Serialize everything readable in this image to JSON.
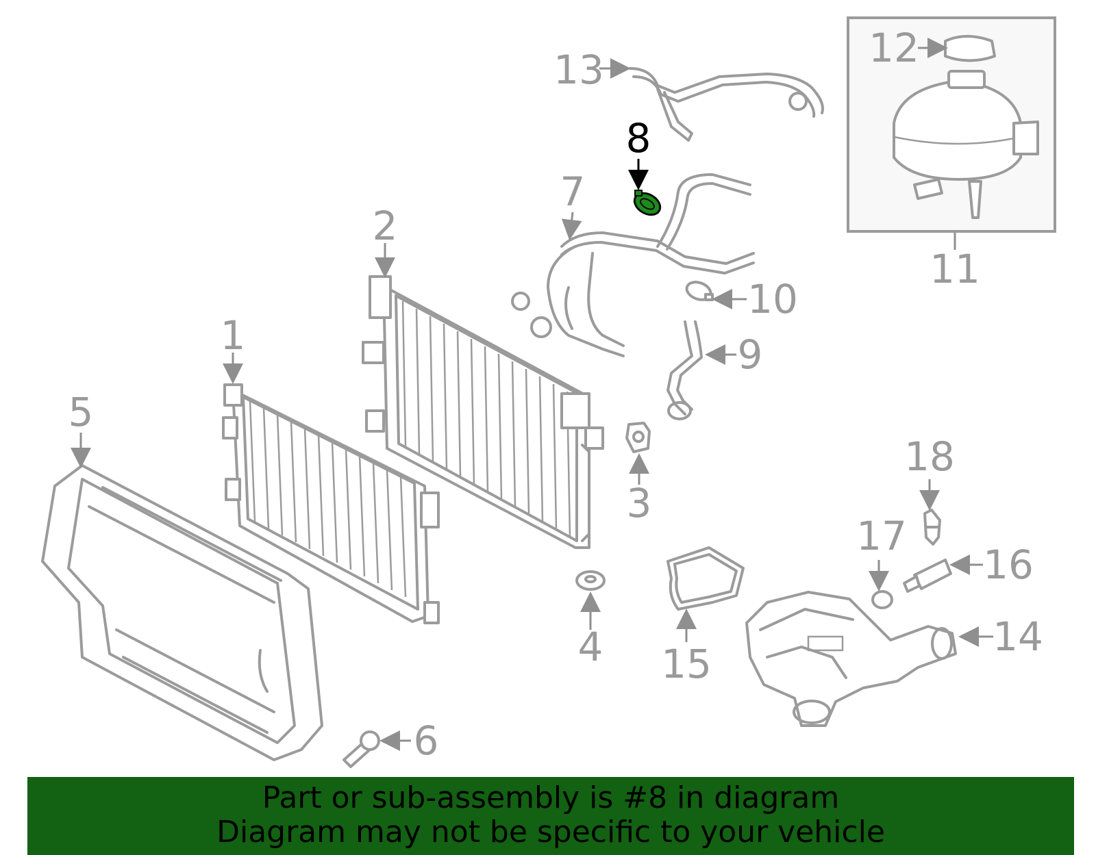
{
  "callouts": [
    {
      "id": "1",
      "label": "1",
      "highlighted": false
    },
    {
      "id": "2",
      "label": "2",
      "highlighted": false
    },
    {
      "id": "3",
      "label": "3",
      "highlighted": false
    },
    {
      "id": "4",
      "label": "4",
      "highlighted": false
    },
    {
      "id": "5",
      "label": "5",
      "highlighted": false
    },
    {
      "id": "6",
      "label": "6",
      "highlighted": false
    },
    {
      "id": "7",
      "label": "7",
      "highlighted": false
    },
    {
      "id": "8",
      "label": "8",
      "highlighted": true
    },
    {
      "id": "9",
      "label": "9",
      "highlighted": false
    },
    {
      "id": "10",
      "label": "10",
      "highlighted": false
    },
    {
      "id": "11",
      "label": "11",
      "highlighted": false
    },
    {
      "id": "12",
      "label": "12",
      "highlighted": false
    },
    {
      "id": "13",
      "label": "13",
      "highlighted": false
    },
    {
      "id": "14",
      "label": "14",
      "highlighted": false
    },
    {
      "id": "15",
      "label": "15",
      "highlighted": false
    },
    {
      "id": "16",
      "label": "16",
      "highlighted": false
    },
    {
      "id": "17",
      "label": "17",
      "highlighted": false
    },
    {
      "id": "18",
      "label": "18",
      "highlighted": false
    }
  ],
  "footer": {
    "line1": "Part or sub-assembly is #8 in diagram",
    "line2": "Diagram may not be specific to your vehicle"
  },
  "colors": {
    "footer_background": "#136112",
    "highlight_part": "#1e8a1e",
    "part_stroke": "#9b9b9b"
  }
}
